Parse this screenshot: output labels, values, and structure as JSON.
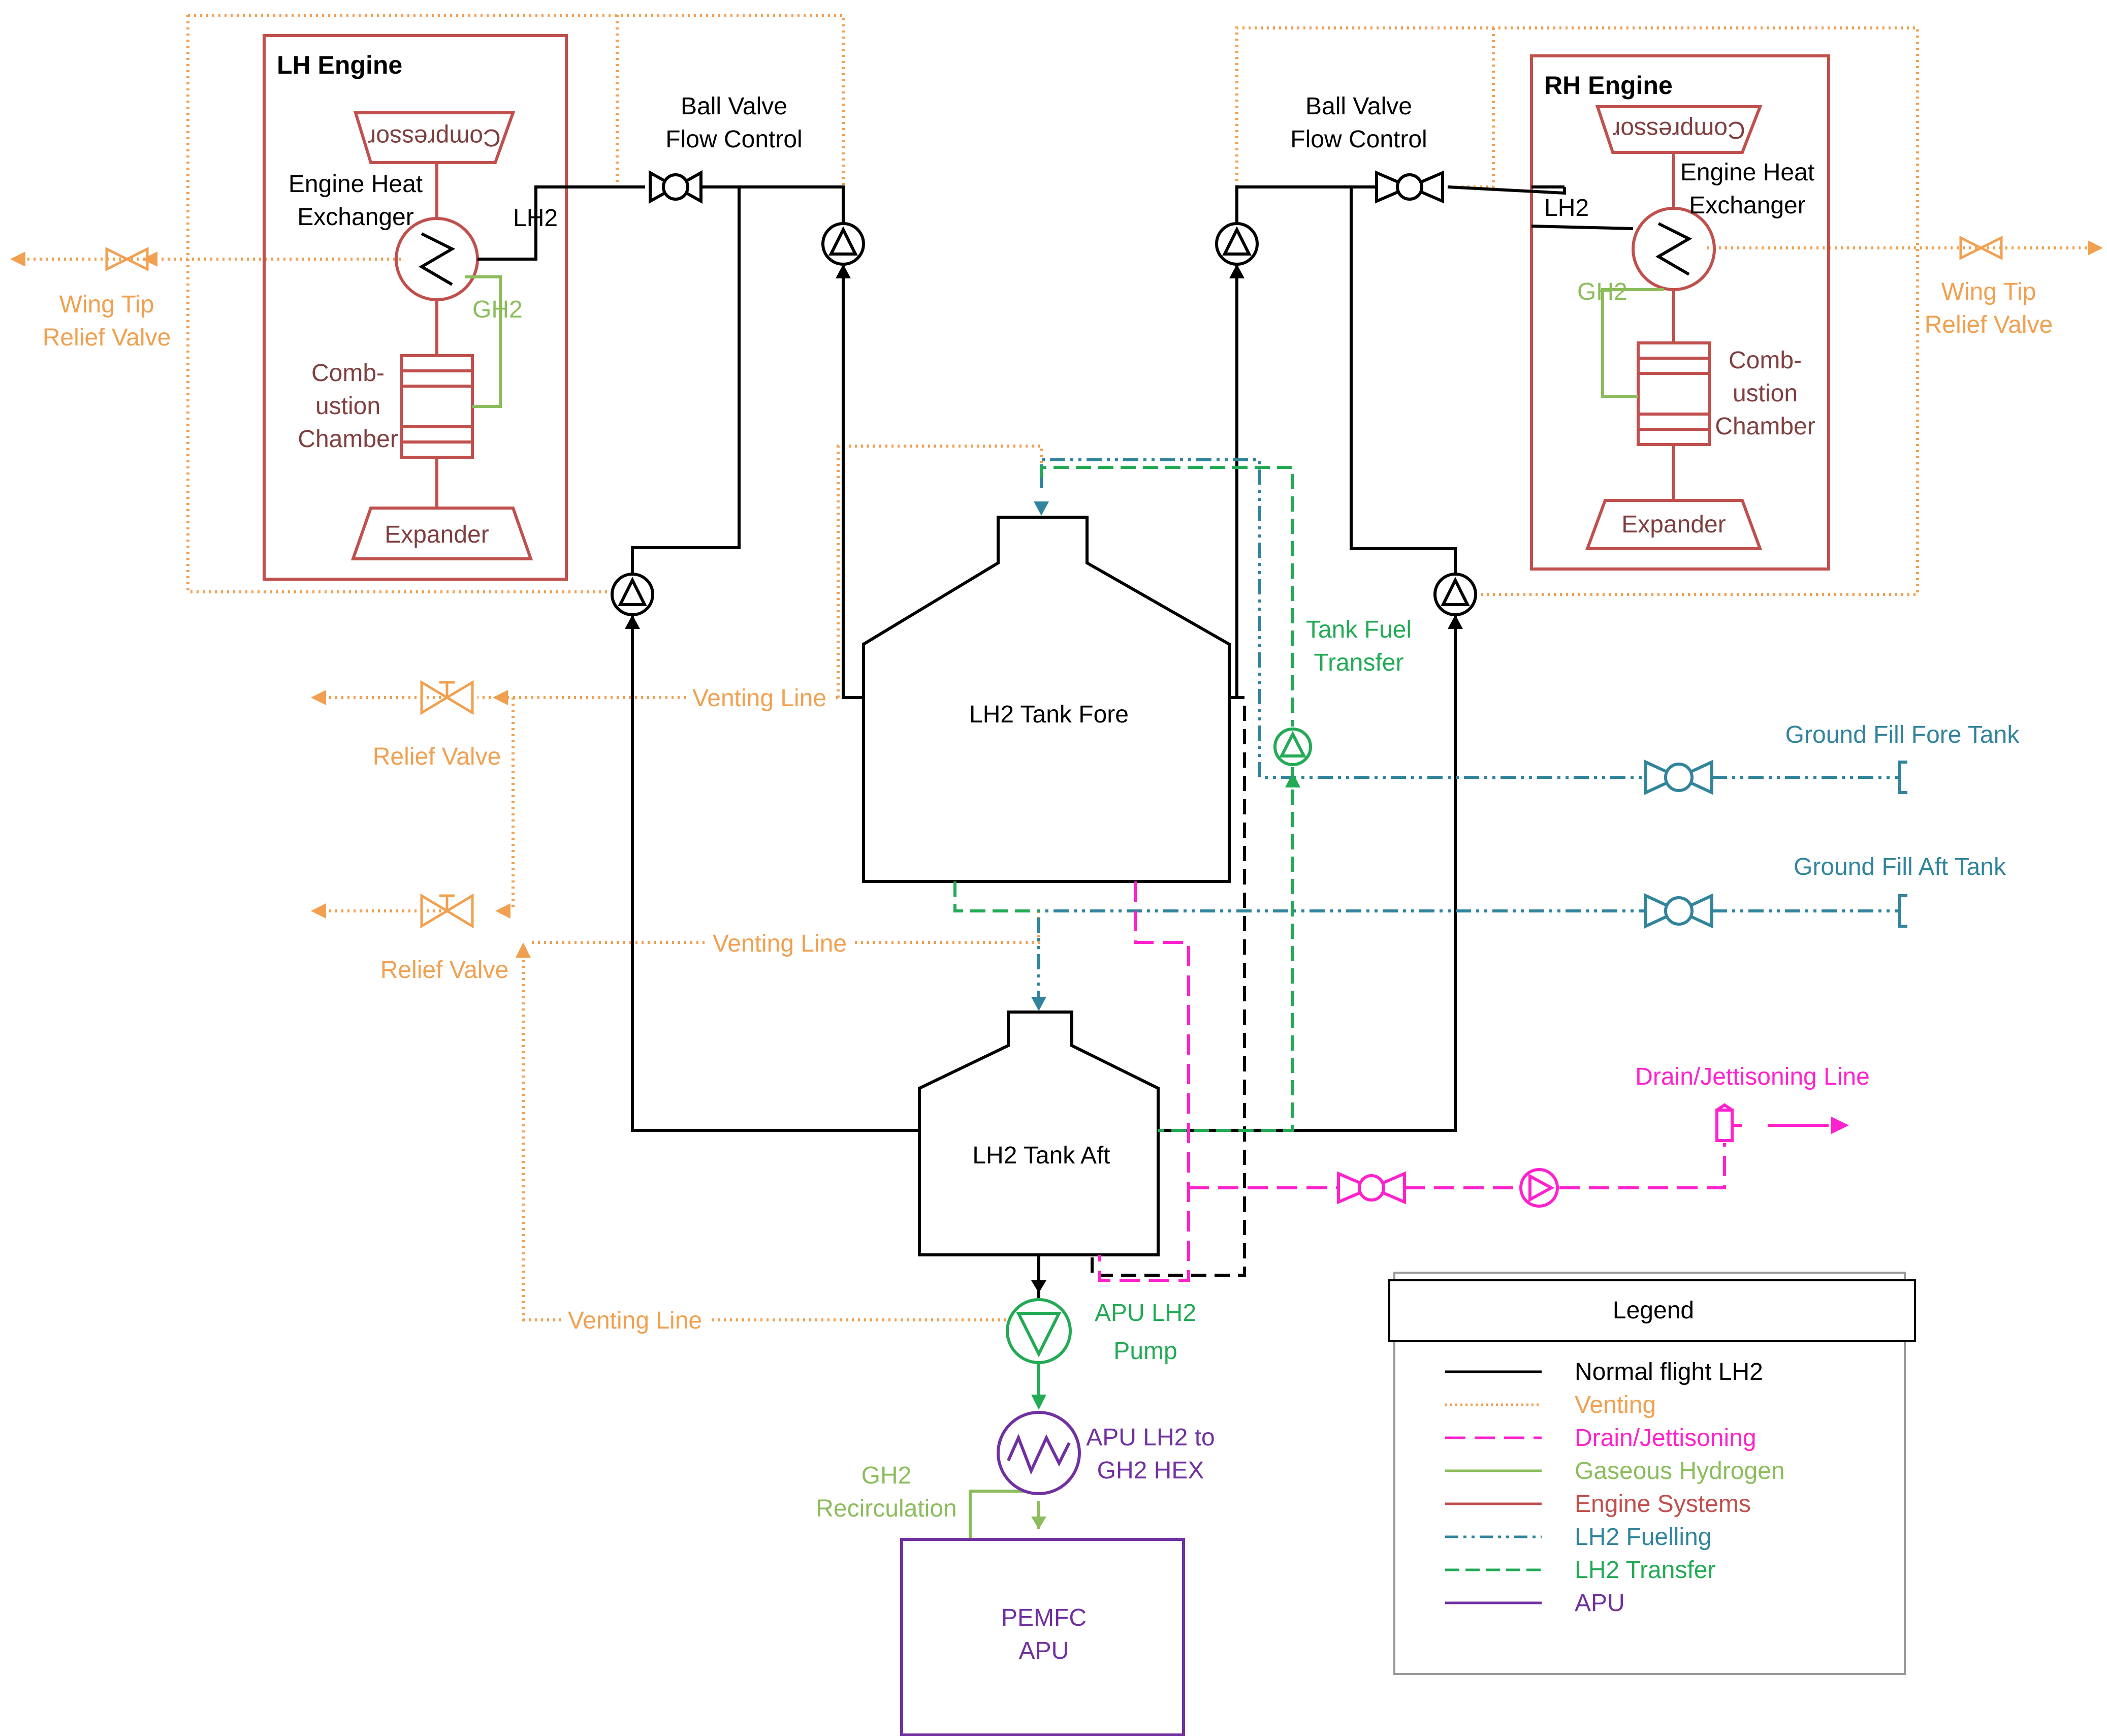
{
  "colors": {
    "normal": "#000000",
    "venting": "#f0a050",
    "drain": "#ff22cc",
    "gas": "#8cbc5c",
    "engine": "#c0504d",
    "fuelling": "#31849b",
    "transfer": "#22aa55",
    "apu": "#7030a0",
    "text_engine": "#7f3f3f",
    "text_venting": "#f0a050",
    "text_gas": "#8cbc5c",
    "text_transfer": "#22aa55",
    "text_fuelling": "#31849b",
    "text_drain": "#ff22cc",
    "text_apu": "#7030a0"
  },
  "lh_engine": {
    "title": "LH Engine",
    "compressor": "Compressor",
    "heat_exchanger": [
      "Engine Heat",
      "Exchanger"
    ],
    "lh2": "LH2",
    "gh2": "GH2",
    "combustion": [
      "Comb-",
      "ustion",
      "Chamber"
    ],
    "expander": "Expander"
  },
  "rh_engine": {
    "title": "RH Engine",
    "compressor": "Compressor",
    "heat_exchanger": [
      "Engine Heat",
      "Exchanger"
    ],
    "lh2": "LH2",
    "gh2": "GH2",
    "combustion": [
      "Comb-",
      "ustion",
      "Chamber"
    ],
    "expander": "Expander"
  },
  "ball_valve_left": [
    "Ball Valve",
    "Flow Control"
  ],
  "ball_valve_right": [
    "Ball Valve",
    "Flow Control"
  ],
  "wing_tip_left": [
    "Wing Tip",
    "Relief Valve"
  ],
  "wing_tip_right": [
    "Wing Tip",
    "Relief Valve"
  ],
  "tank_fore": "LH2 Tank Fore",
  "tank_aft": "LH2 Tank Aft",
  "tank_fuel_transfer": [
    "Tank Fuel",
    "Transfer"
  ],
  "venting_line_1": "Venting Line",
  "venting_line_2": "Venting Line",
  "venting_line_3": "Venting Line",
  "relief_valve_1": "Relief Valve",
  "relief_valve_2": "Relief Valve",
  "ground_fill_fore": "Ground Fill Fore Tank",
  "ground_fill_aft": "Ground Fill Aft Tank",
  "drain_line": "Drain/Jettisoning Line",
  "apu_pump": [
    "APU LH2",
    "Pump"
  ],
  "apu_hex": [
    "APU LH2 to",
    "GH2 HEX"
  ],
  "gh2_recirc": [
    "GH2",
    "Recirculation"
  ],
  "pemfc": [
    "PEMFC",
    "APU"
  ],
  "legend": {
    "title": "Legend",
    "items": [
      {
        "label": "Normal flight LH2",
        "style": "normal"
      },
      {
        "label": "Venting",
        "style": "venting"
      },
      {
        "label": "Drain/Jettisoning",
        "style": "drain"
      },
      {
        "label": "Gaseous Hydrogen",
        "style": "gas"
      },
      {
        "label": "Engine Systems",
        "style": "engine"
      },
      {
        "label": "LH2 Fuelling",
        "style": "fuelling"
      },
      {
        "label": "LH2 Transfer",
        "style": "transfer"
      },
      {
        "label": "APU",
        "style": "apu"
      }
    ]
  }
}
